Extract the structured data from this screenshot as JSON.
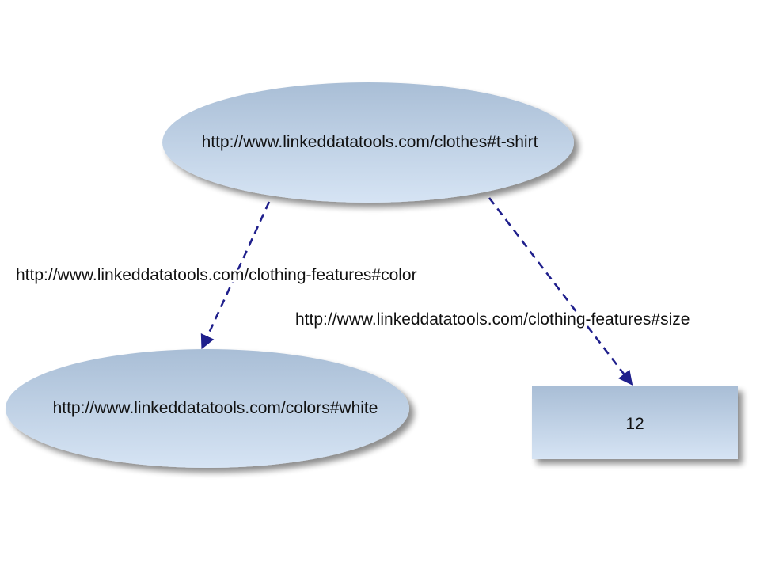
{
  "diagram": {
    "nodes": {
      "tshirt": {
        "label": "http://www.linkeddatatools.com/clothes#t-shirt"
      },
      "white": {
        "label": "http://www.linkeddatatools.com/colors#white"
      },
      "size_value": {
        "label": "12"
      }
    },
    "edges": {
      "color": {
        "label": "http://www.linkeddatatools.com/clothing-features#color"
      },
      "size": {
        "label": "http://www.linkeddatatools.com/clothing-features#size"
      }
    }
  },
  "colors": {
    "node_fill_top": "#a9bed6",
    "node_fill_bottom": "#d3e2f3",
    "edge": "#1f1f8c",
    "text": "#111111"
  }
}
